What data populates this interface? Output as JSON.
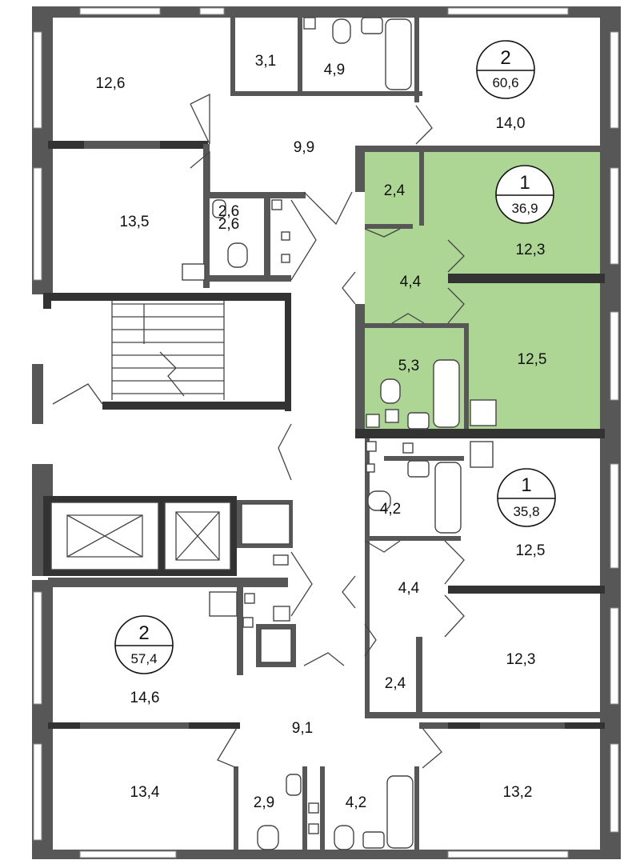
{
  "plan": {
    "highlight_color": "#a6d18a",
    "wall_color": "#575757",
    "room_areas": {
      "nw_room_top": "12,6",
      "nw_small": "3,1",
      "nw_bath": "4,9",
      "nw_hall": "9,9",
      "nw_room_bottom": "13,5",
      "nw_wc_a": "2,6",
      "nw_wc_b": "2,6",
      "ne_room": "14,0",
      "g_store": "2,4",
      "g_room_top": "12,3",
      "g_hall": "4,4",
      "g_bath": "5,3",
      "g_room_bottom": "12,5",
      "e_bath": "4,2",
      "e_room": "12,5",
      "e_hall": "4,4",
      "se_store": "2,4",
      "se_room_top": "12,3",
      "se_room_bottom": "13,2",
      "se_bath": "4,2",
      "sw_room_top": "14,6",
      "sw_hall": "9,1",
      "sw_room_bottom": "13,4",
      "sw_wc": "2,9"
    },
    "apartments": [
      {
        "rooms": "2",
        "area": "60,6"
      },
      {
        "rooms": "1",
        "area": "36,9"
      },
      {
        "rooms": "1",
        "area": "35,8"
      },
      {
        "rooms": "2",
        "area": "57,4"
      }
    ]
  }
}
